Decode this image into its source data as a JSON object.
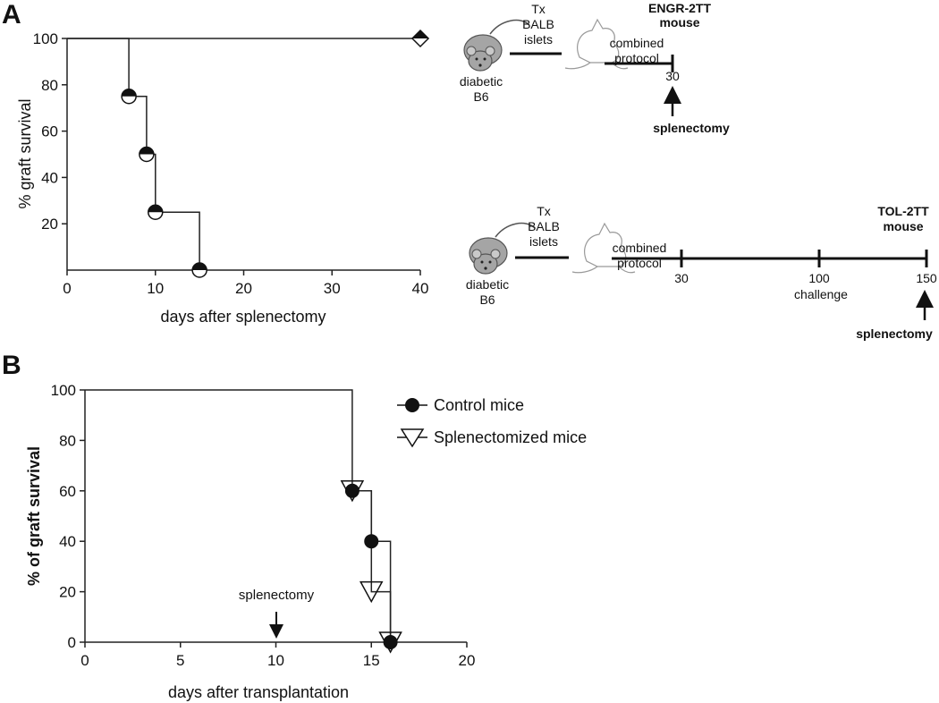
{
  "panels": {
    "a": "A",
    "b": "B"
  },
  "chart_data": [
    {
      "type": "line",
      "panel": "A",
      "xlabel": "days after splenectomy",
      "ylabel": "% graft survival",
      "xlim": [
        0,
        40
      ],
      "ylim": [
        0,
        100
      ],
      "xticks": [
        "0",
        "10",
        "20",
        "30",
        "40"
      ],
      "yticks": [
        "20",
        "40",
        "60",
        "80",
        "100"
      ],
      "grid": false,
      "series": [
        {
          "style": "half-filled-circle",
          "x": [
            7,
            9,
            10,
            15
          ],
          "y": [
            75,
            50,
            25,
            0
          ],
          "step": [
            [
              0,
              100
            ],
            [
              7,
              100
            ],
            [
              7,
              75
            ],
            [
              9,
              75
            ],
            [
              9,
              50
            ],
            [
              10,
              50
            ],
            [
              10,
              25
            ],
            [
              15,
              25
            ],
            [
              15,
              0
            ]
          ]
        },
        {
          "style": "half-filled-diamond",
          "x": [
            40
          ],
          "y": [
            100
          ],
          "step": [
            [
              0,
              100
            ],
            [
              40,
              100
            ]
          ]
        }
      ]
    },
    {
      "type": "line",
      "panel": "B",
      "xlabel": "days after transplantation",
      "ylabel": "% of graft survival",
      "xlim": [
        0,
        20
      ],
      "ylim": [
        0,
        100
      ],
      "xticks": [
        "0",
        "5",
        "10",
        "15",
        "20"
      ],
      "yticks": [
        "0",
        "20",
        "40",
        "60",
        "80",
        "100"
      ],
      "grid": false,
      "legend_position": "top-right",
      "annotation": {
        "text": "splenectomy",
        "x": 10
      },
      "series": [
        {
          "name": "Control mice",
          "marker": "filled-circle",
          "x": [
            14,
            15,
            16
          ],
          "y": [
            60,
            40,
            0
          ],
          "step": [
            [
              0,
              100
            ],
            [
              14,
              100
            ],
            [
              14,
              60
            ],
            [
              15,
              60
            ],
            [
              15,
              40
            ],
            [
              16,
              40
            ],
            [
              16,
              0
            ]
          ]
        },
        {
          "name": "Splenectomized mice",
          "marker": "open-triangle-down",
          "x": [
            14,
            15,
            16
          ],
          "y": [
            60,
            20,
            0
          ],
          "step": [
            [
              14,
              60
            ],
            [
              15,
              60
            ],
            [
              15,
              20
            ],
            [
              16,
              20
            ],
            [
              16,
              0
            ]
          ]
        }
      ]
    }
  ],
  "schemes": {
    "engr": {
      "recipient": [
        "diabetic",
        "B6"
      ],
      "transplant": [
        "Tx",
        "BALB",
        "islets"
      ],
      "protocol": [
        "combined",
        "protocol"
      ],
      "day": "30",
      "title": [
        "ENGR-2TT",
        "mouse"
      ],
      "splenectomy": "splenectomy"
    },
    "tol": {
      "recipient": [
        "diabetic",
        "B6"
      ],
      "transplant": [
        "Tx",
        "BALB",
        "islets"
      ],
      "protocol": [
        "combined",
        "protocol"
      ],
      "days": [
        "30",
        "100",
        "150"
      ],
      "challenge": "challenge",
      "title": [
        "TOL-2TT",
        "mouse"
      ],
      "splenectomy": "splenectomy"
    }
  }
}
